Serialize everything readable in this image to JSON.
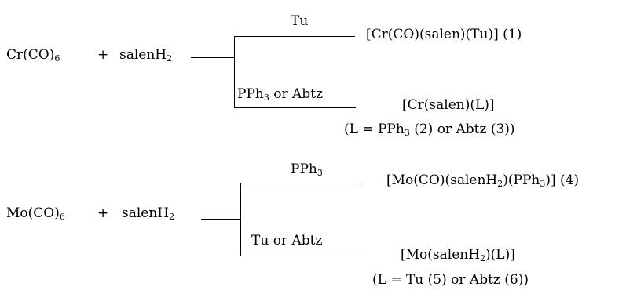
{
  "scheme_1": {
    "reactant_metal": "Cr(CO)",
    "reactant_metal_sub": "6",
    "plus": "+",
    "ligand": "salenH",
    "ligand_sub": "2",
    "branch_upper": {
      "reagent": "Tu",
      "product": "[Cr(CO)(salen)(Tu)] (1)"
    },
    "branch_lower": {
      "reagent_a": "PPh",
      "reagent_a_sub": "3",
      "reagent_b": "or  Abtz",
      "product": "[Cr(salen)(L)]",
      "note_open": "(L = PPh",
      "note_sub": "3",
      "note_close": " (2)  or  Abtz (3))"
    }
  },
  "scheme_2": {
    "reactant_metal": "Mo(CO)",
    "reactant_metal_sub": "6",
    "plus": "+",
    "ligand": "salenH",
    "ligand_sub": "2",
    "branch_upper": {
      "reagent": "PPh",
      "reagent_sub": "3",
      "product_open": "[Mo(CO)(salenH",
      "product_sub": "2",
      "product_mid": ")(PPh",
      "product_sub2": "3",
      "product_close": ")] (4)"
    },
    "branch_lower": {
      "reagent": "Tu or Abtz",
      "product_open": "[Mo(salenH",
      "product_sub": "2",
      "product_close": ")(L)]",
      "note": "(L = Tu (5) or Abtz (6))"
    }
  }
}
